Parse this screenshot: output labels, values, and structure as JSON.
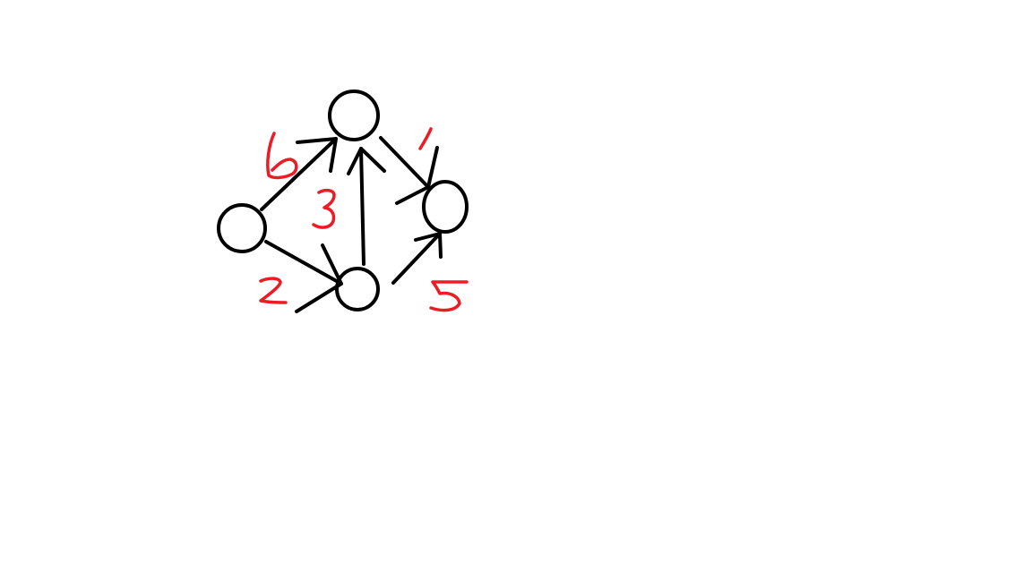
{
  "colors": {
    "background": "#ffffff",
    "ink": "#000000",
    "weight_ink": "#ed1c24"
  },
  "graph": {
    "nodes": [
      {
        "id": "top"
      },
      {
        "id": "left"
      },
      {
        "id": "bottom"
      },
      {
        "id": "right"
      }
    ],
    "edges": [
      {
        "from": "left",
        "to": "top",
        "weight": "6"
      },
      {
        "from": "left",
        "to": "bottom",
        "weight": "2"
      },
      {
        "from": "bottom",
        "to": "top",
        "weight": "3"
      },
      {
        "from": "top",
        "to": "right",
        "weight": "1"
      },
      {
        "from": "bottom",
        "to": "right",
        "weight": "5"
      }
    ]
  }
}
